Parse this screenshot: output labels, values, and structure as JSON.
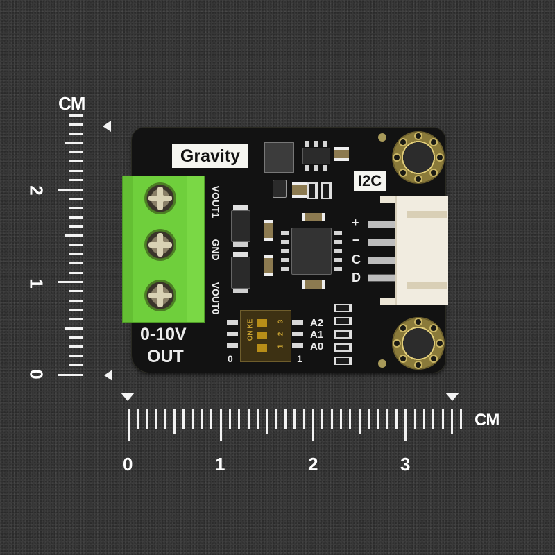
{
  "scene": {
    "description": "Product photo of a DFRobot Gravity I2C 0-10V DAC module on dark textured surface with cm rulers",
    "background_color": "#383838",
    "board_color": "#121212",
    "terminal_color": "#6fcf3c",
    "connector_color": "#f1ece0",
    "mount_hole_color": "#8a7a3a"
  },
  "vertical_ruler": {
    "unit_label": "CM",
    "tick_labels": [
      "2",
      "1",
      "0"
    ],
    "range_cm": [
      0,
      2.8
    ],
    "minor_step_mm": 1
  },
  "horizontal_ruler": {
    "unit_label": "CM",
    "tick_labels": [
      "0",
      "1",
      "2",
      "3"
    ],
    "range_cm": [
      0,
      3.6
    ],
    "minor_step_mm": 1
  },
  "board": {
    "brand_label": "Gravity",
    "interface_label": "I2C",
    "output_label_line1": "0-10V",
    "output_label_line2": "OUT",
    "terminal_pins": [
      "VOUT1",
      "GND",
      "VOUT0"
    ],
    "connector_pins": [
      "+",
      "–",
      "C",
      "D"
    ],
    "dip_switch": {
      "body_text": "ON KE",
      "numbers": [
        "3",
        "2",
        "1"
      ],
      "address_labels": [
        "A2",
        "A1",
        "A0"
      ],
      "left_value": "0",
      "right_value": "1"
    }
  }
}
